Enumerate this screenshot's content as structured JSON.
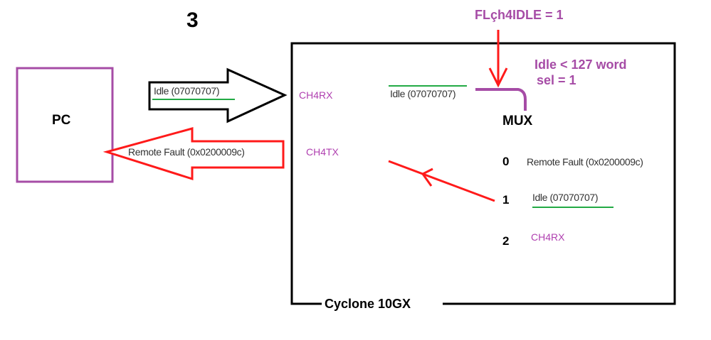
{
  "step_number": "3",
  "pc": {
    "label": "PC"
  },
  "fpga": {
    "label": "Cyclone 10GX"
  },
  "arrows": {
    "pc_to_fpga_label": "Idle (07070707)",
    "fpga_to_pc_label": "Remote Fault (0x0200009c)"
  },
  "ports": {
    "rx": "CH4RX",
    "tx": "CH4TX"
  },
  "rx_signal": "Idle (07070707)",
  "flag": {
    "label": "FLçh4IDLE = 1"
  },
  "condition": {
    "line1": "Idle < 127 word",
    "line2": "sel = 1"
  },
  "mux": {
    "title": "MUX",
    "inputs": [
      {
        "index": "0",
        "label": "Remote Fault (0x0200009c)"
      },
      {
        "index": "1",
        "label": "Idle (07070707)"
      },
      {
        "index": "2",
        "label": "CH4RX"
      }
    ]
  },
  "colors": {
    "purple": "#a64ca6",
    "port_purple": "#b040b0",
    "red": "#ff1a1a",
    "green": "#22aa44",
    "black": "#000000"
  }
}
